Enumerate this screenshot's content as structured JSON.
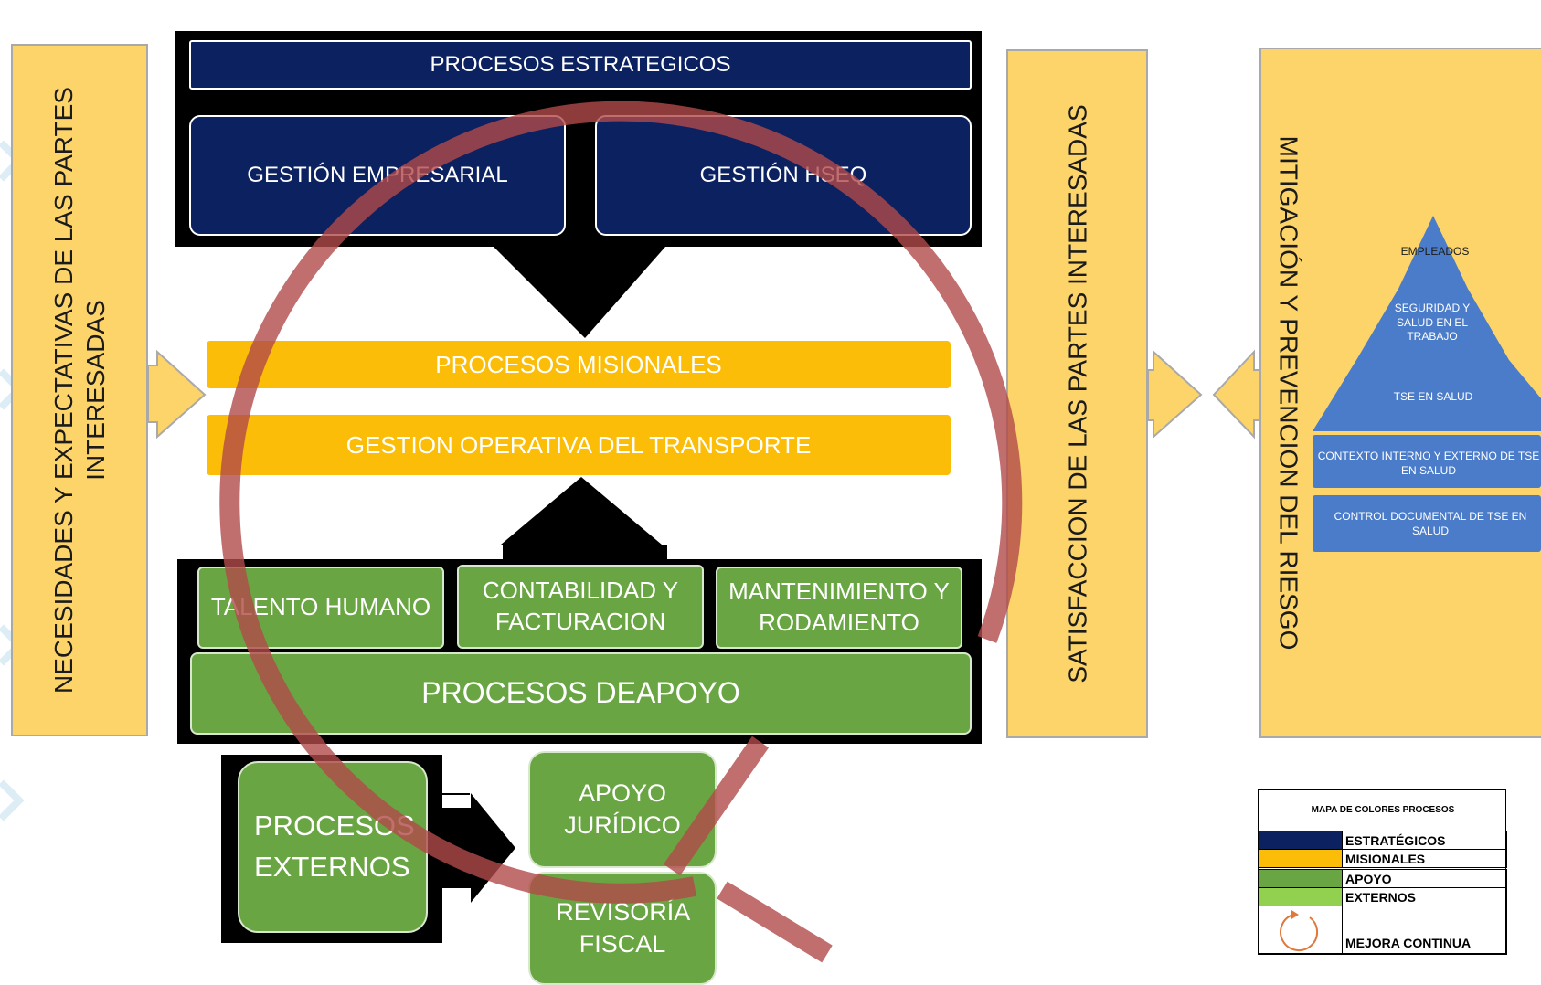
{
  "left_panel": {
    "text": "NECESIDADES Y EXPECTATIVAS DE LAS PARTES INTERESADAS"
  },
  "strategic": {
    "header": "PROCESOS ESTRATEGICOS",
    "boxes": [
      "GESTIÓN EMPRESARIAL",
      "GESTIÓN HSEQ"
    ]
  },
  "missional": {
    "header": "PROCESOS MISIONALES",
    "process": "GESTION OPERATIVA DEL TRANSPORTE"
  },
  "support": {
    "boxes": [
      "TALENTO HUMANO",
      "CONTABILIDAD Y FACTURACION",
      "MANTENIMIENTO Y RODAMIENTO"
    ],
    "footer": "PROCESOS DEAPOYO"
  },
  "external": {
    "label": "PROCESOS EXTERNOS",
    "boxes": [
      "APOYO JURÍDICO",
      "REVISORÍA FISCAL"
    ]
  },
  "satisfaction_panel": {
    "text": "SATISFACCION DE LAS PARTES INTERESADAS"
  },
  "risk_panel": {
    "text": "MITIGACIÓN Y PREVENCION DEL RIESGO",
    "pyramid": [
      "EMPLEADOS",
      "SEGURIDAD Y SALUD EN EL TRABAJO",
      "TSE EN SALUD"
    ],
    "blocks": [
      "CONTEXTO INTERNO Y EXTERNO DE TSE EN SALUD",
      "CONTROL DOCUMENTAL DE TSE EN SALUD"
    ]
  },
  "legend": {
    "title": "MAPA DE COLORES PROCESOS",
    "items": [
      {
        "label": "ESTRATÉGICOS",
        "color": "#0b2160"
      },
      {
        "label": "MISIONALES",
        "color": "#fbbd07"
      },
      {
        "label": "APOYO",
        "color": "#6aa544"
      },
      {
        "label": "EXTERNOS",
        "color": "#92d050"
      },
      {
        "label": "MEJORA CONTINUA",
        "icon": "cycle-icon"
      }
    ]
  },
  "colors": {
    "strategic": "#0b2160",
    "missional": "#fbbd07",
    "support": "#6aa544",
    "panel": "#fcd46a",
    "improvement_circle": "#b24a4a",
    "pyramid": "#4a7cc9"
  }
}
